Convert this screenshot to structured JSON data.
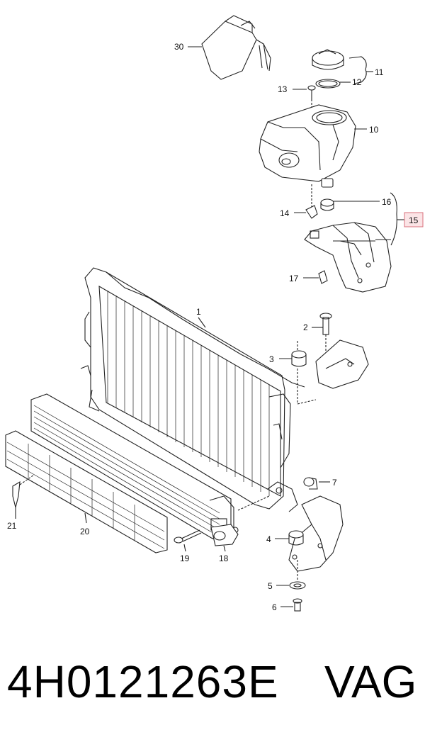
{
  "labels": {
    "l1": "1",
    "l2": "2",
    "l3": "3",
    "l4": "4",
    "l5": "5",
    "l6": "6",
    "l7": "7",
    "l10": "10",
    "l11": "11",
    "l12": "12",
    "l13": "13",
    "l14": "14",
    "l15": "15",
    "l16": "16",
    "l17": "17",
    "l18": "18",
    "l19": "19",
    "l20": "20",
    "l21": "21",
    "l30": "30"
  },
  "footer": {
    "part_number": "4H0121263E",
    "brand": "VAG"
  },
  "colors": {
    "line": "#222222",
    "highlight_fill": "#fbe4e6",
    "highlight_stroke": "#d9707c"
  }
}
